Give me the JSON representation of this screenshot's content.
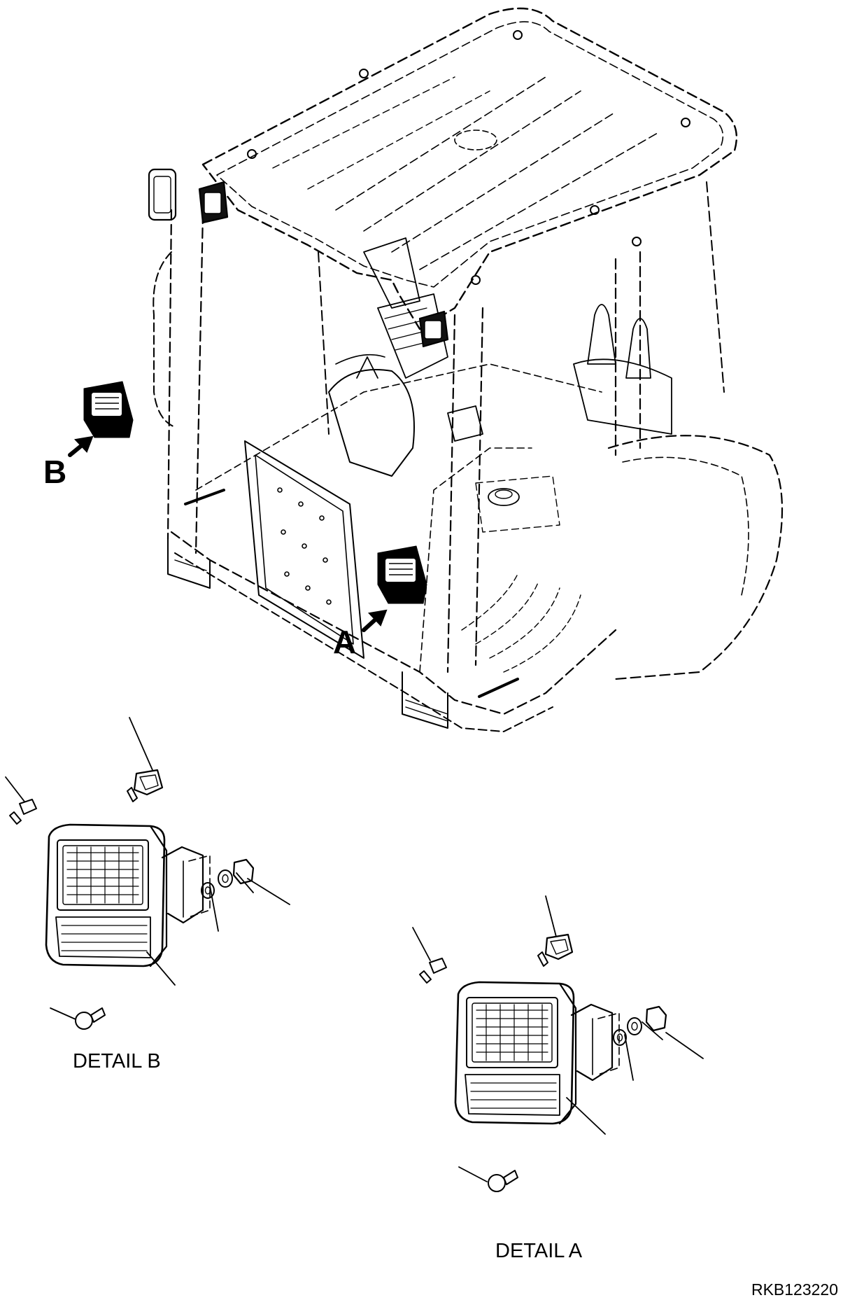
{
  "diagram": {
    "callouts": {
      "a": "A",
      "b": "B"
    },
    "captions": {
      "detail_b": "DETAIL B",
      "detail_a": "DETAIL A"
    },
    "drawing_number": "RKB123220"
  }
}
